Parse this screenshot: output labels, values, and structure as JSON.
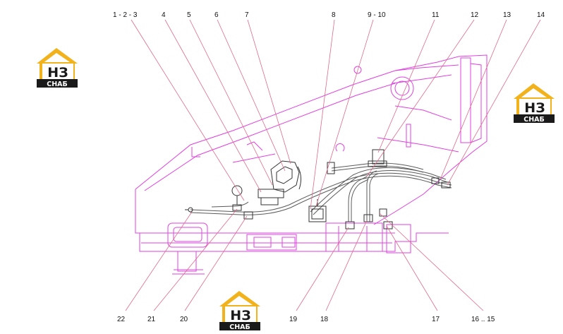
{
  "callouts_top": [
    "1 - 2 - 3",
    "4",
    "5",
    "6",
    "7",
    "8",
    "9 - 10",
    "11",
    "12",
    "13",
    "14"
  ],
  "callouts_bottom": [
    "22",
    "21",
    "20",
    "19",
    "18",
    "17",
    "16 .. 15"
  ],
  "logo": {
    "mark": "НЗ",
    "caption": "СНАБ",
    "colors": {
      "roof": "#f2b21b",
      "plate": "#1a1a1a",
      "letters": "#1a1a1a"
    }
  },
  "colors": {
    "frame": "#e040e0",
    "hose": "#5a5a5a",
    "leader": "#e06a8a"
  }
}
